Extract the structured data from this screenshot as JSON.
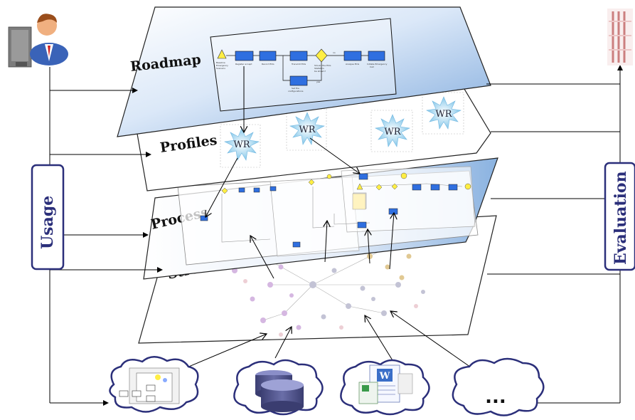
{
  "layers": {
    "roadmap": "Roadmap",
    "profiles": "Profiles",
    "process": "Process",
    "structure": "Structure"
  },
  "side": {
    "usage": "Usage",
    "evaluation": "Evaluation"
  },
  "profile_badges": [
    "WR",
    "WR",
    "WR",
    "WR"
  ],
  "sources": {
    "other_label": "..."
  },
  "colors": {
    "plane_fill_top": "#6f9fd8",
    "plane_fill_white": "#ffffff",
    "side_border": "#2b2f7a",
    "task_fill": "#2f6fe0",
    "gateway_fill": "#ffee44"
  }
}
